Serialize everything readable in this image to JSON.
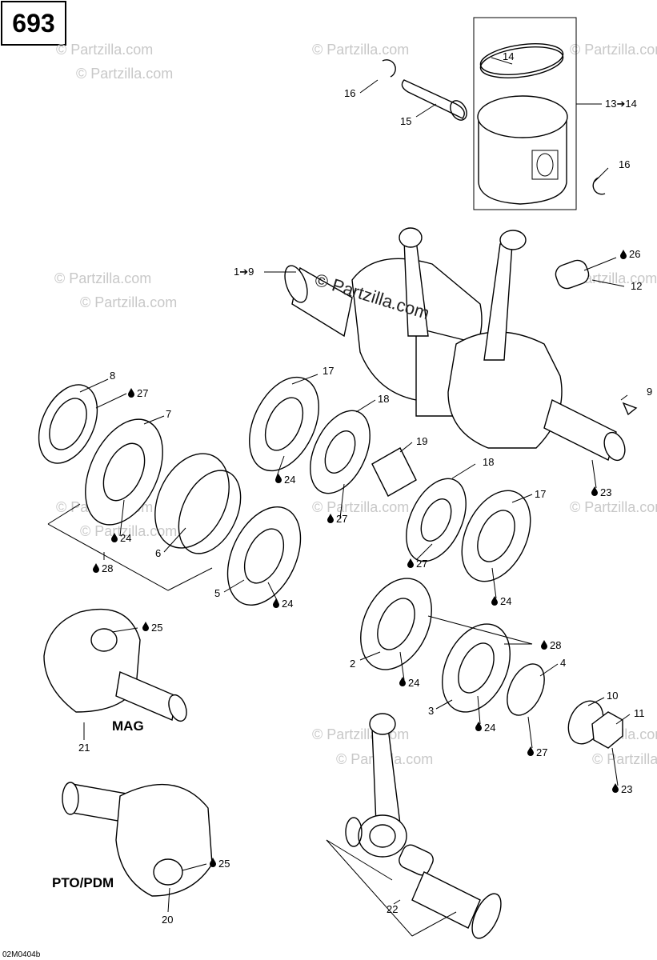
{
  "page_number": "693",
  "figure_ref": "02M0404b",
  "watermarks": {
    "corner": "© Partzilla.com",
    "center": "© Partzilla.com"
  },
  "section_labels": {
    "mag": "MAG",
    "pto": "PTO/PDM"
  },
  "callouts": {
    "c14": "14",
    "c16a": "16",
    "c15": "15",
    "c13": "13➔14",
    "c16b": "16",
    "c1": "1➔9",
    "c26": "26",
    "c12": "12",
    "c8": "8",
    "c27a": "27",
    "c7": "7",
    "c17a": "17",
    "c18a": "18",
    "c19": "19",
    "c9": "9",
    "c24a": "24",
    "c24b": "24",
    "c27b": "27",
    "c18b": "18",
    "c23a": "23",
    "c17b": "17",
    "c6": "6",
    "c28a": "28",
    "c27c": "27",
    "c5": "5",
    "c24c": "24",
    "c24d": "24",
    "c25a": "25",
    "c28b": "28",
    "c2": "2",
    "c4": "4",
    "c24e": "24",
    "c10": "10",
    "c3": "3",
    "c11": "11",
    "c24f": "24",
    "c21": "21",
    "c27d": "27",
    "c23b": "23",
    "c25b": "25",
    "c20": "20",
    "c22": "22"
  }
}
